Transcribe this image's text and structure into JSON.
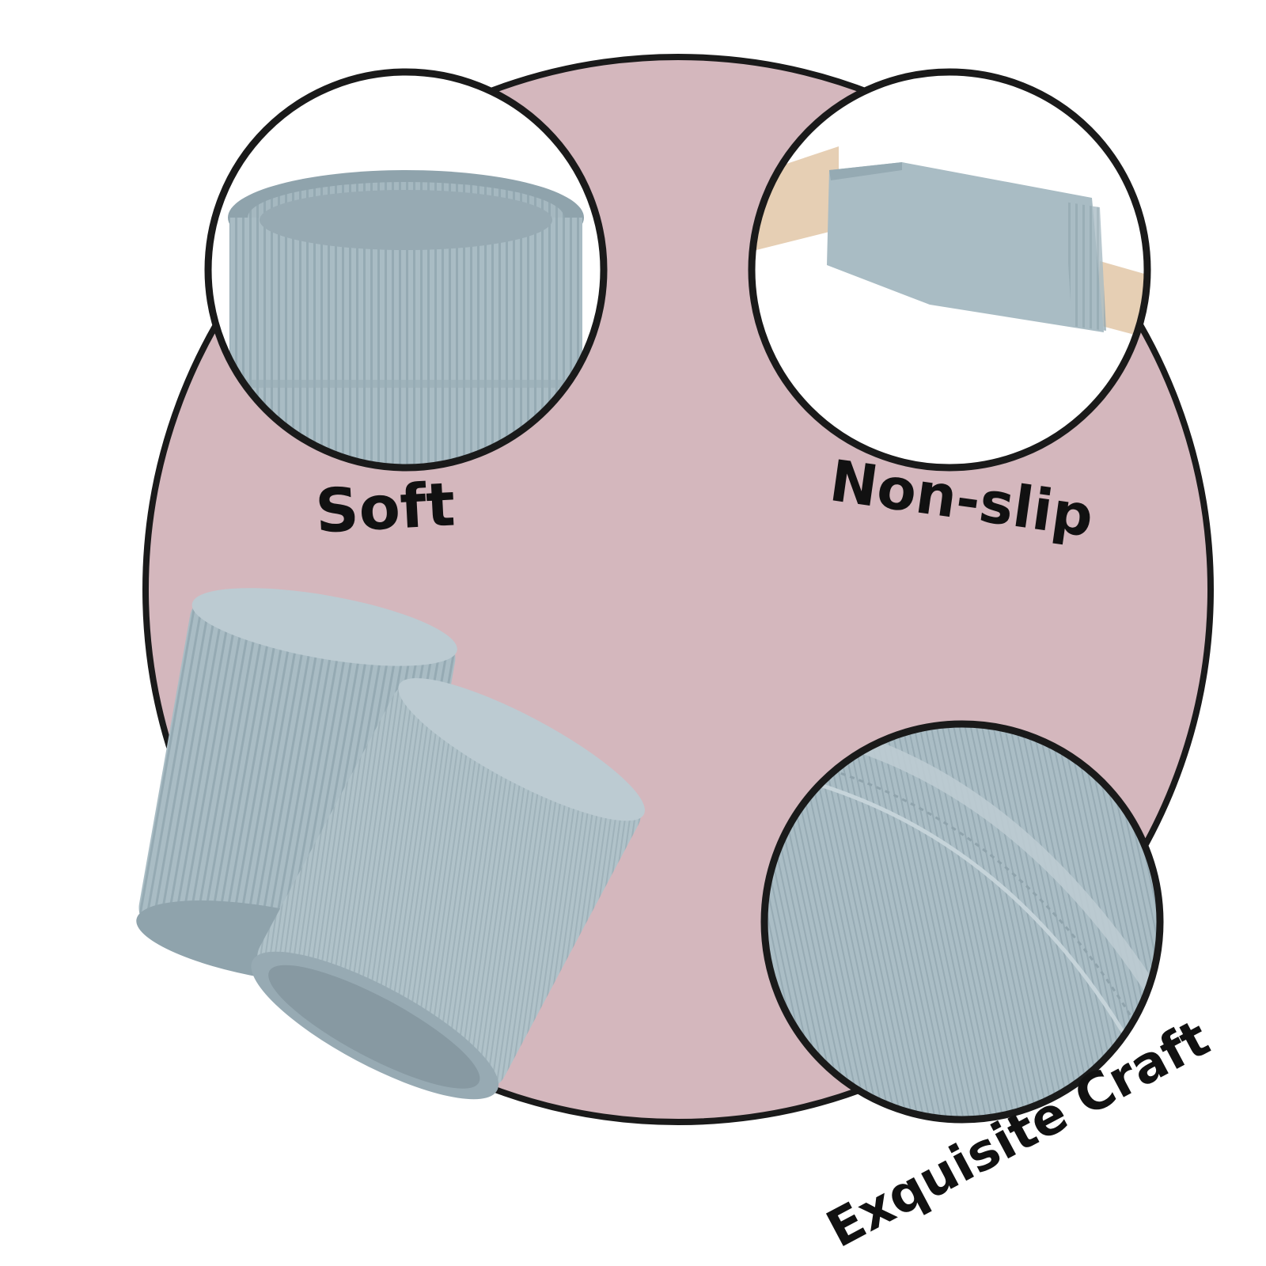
{
  "labels": {
    "soft": "Soft",
    "non_slip": "Non-slip",
    "exquisite_craft": "Exquisite Craft"
  },
  "colors": {
    "background": "#ffffff",
    "big_circle_fill": "#d4b7bd",
    "outline": "#1a1a1a",
    "band_fabric": "#a9bcc4",
    "band_fabric_dark": "#8fa3ac",
    "band_fabric_light": "#bccbd2",
    "skin": "#e6cfb4"
  }
}
